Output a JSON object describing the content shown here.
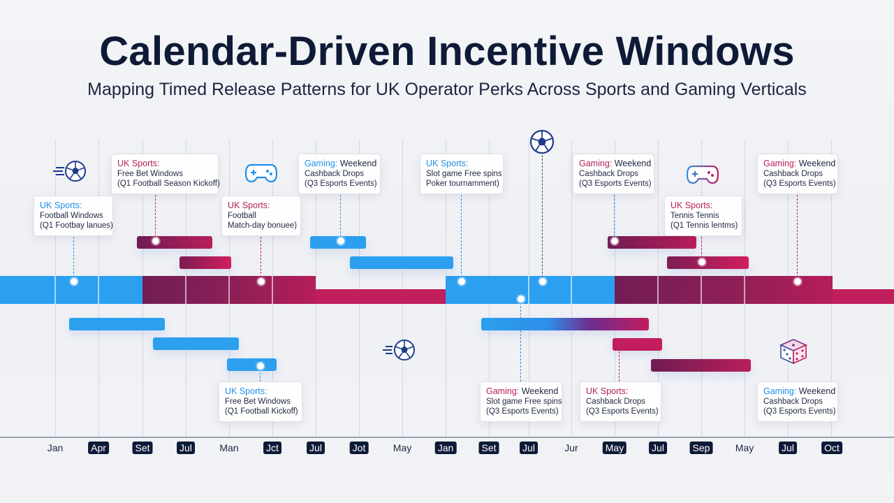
{
  "header": {
    "title": "Calendar-Driven Incentive Windows",
    "subtitle": "Mapping Timed Release Patterns for UK Operator Perks Across Sports and Gaming Verticals"
  },
  "colors": {
    "sports_blue": "#2c9fee",
    "gaming_magenta": "#c21d5c",
    "plum": "#721d55",
    "navy": "#0e1a36"
  },
  "cards": [
    {
      "category": "UK Sports:",
      "line1": "Free Bet Windows",
      "line2": "(Q1 Football Season Kickoff)"
    },
    {
      "category": "UK Sports:",
      "line1": "Football Windows",
      "line2": "(Q1 Footbay lanues)"
    },
    {
      "category": "UK Sports:",
      "line1": "Football",
      "line2": "Match-day bonuee)"
    },
    {
      "category": "Gaming:",
      "title_rest": "Weekend",
      "line1": "Cashback Drops",
      "line2": "(Q3 Esports Events)"
    },
    {
      "category": "UK Sports:",
      "line1": "Slot game Free spins",
      "line2": "Poker tournamment)"
    },
    {
      "category": "Gaming:",
      "title_rest": "Weekend",
      "line1": "Cashback Drops",
      "line2": "(Q3 Esports Events)"
    },
    {
      "category": "UK Sports:",
      "line1": "Tennis Tennis",
      "line2": "(Q1 Tennis lentms)"
    },
    {
      "category": "Gaming:",
      "title_rest": "Weekend",
      "line1": "Cashback Drops",
      "line2": "(Q3 Esports Events)"
    },
    {
      "category": "UK Sports:",
      "line1": "Free Bet Windows",
      "line2": "(Q1 Football Kickoff)"
    },
    {
      "category": "Gaming:",
      "title_rest": "Weekend",
      "line1": "Slot game Free spins",
      "line2": "(Q3 Esports Events)"
    },
    {
      "category": "UK Sports:",
      "line1": "Cashback Drops",
      "line2": "(Q3 Esports Events)"
    },
    {
      "category": "Gaming:",
      "title_rest": "Weekend",
      "line1": "Cashback Drops",
      "line2": "(Q3 Esports Events)"
    }
  ],
  "months": [
    {
      "label": "Jan",
      "highlight": false
    },
    {
      "label": "Apr",
      "highlight": true
    },
    {
      "label": "Set",
      "highlight": true
    },
    {
      "label": "Jul",
      "highlight": true
    },
    {
      "label": "Man",
      "highlight": false
    },
    {
      "label": "Jct",
      "highlight": true
    },
    {
      "label": "Jul",
      "highlight": true
    },
    {
      "label": "Jot",
      "highlight": true
    },
    {
      "label": "May",
      "highlight": false
    },
    {
      "label": "Jan",
      "highlight": true
    },
    {
      "label": "Set",
      "highlight": true
    },
    {
      "label": "Jul",
      "highlight": true
    },
    {
      "label": "Jur",
      "highlight": false
    },
    {
      "label": "May",
      "highlight": true
    },
    {
      "label": "Jul",
      "highlight": true
    },
    {
      "label": "Sep",
      "highlight": true
    },
    {
      "label": "May",
      "highlight": false
    },
    {
      "label": "Jul",
      "highlight": true
    },
    {
      "label": "Oct",
      "highlight": true
    }
  ],
  "icons": [
    "soccer-ball-icon",
    "game-controller-icon",
    "soccer-ball-icon",
    "game-controller-icon",
    "soccer-ball-icon",
    "dice-icon"
  ]
}
